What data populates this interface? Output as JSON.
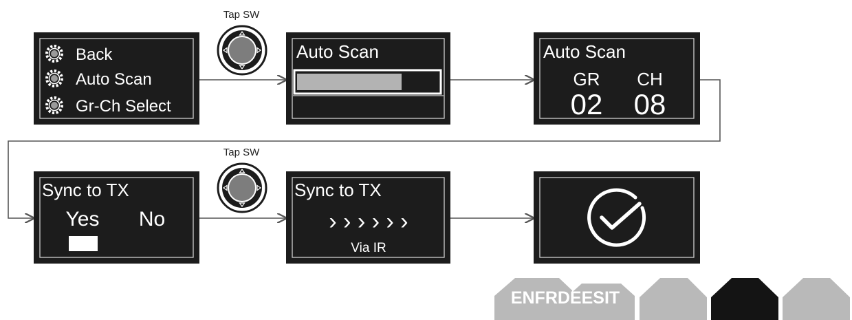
{
  "colors": {
    "screen_bg": "#1c1c1c",
    "screen_border_inner": "#cfcfcf",
    "text_on_screen": "#ffffff",
    "progress_fill": "#b3b3b3",
    "connector": "#555555",
    "tab_light": "#b9b9b9",
    "tab_dark": "#141414"
  },
  "menu_screen": {
    "items": [
      {
        "icon": "gear-icon",
        "label": "Back"
      },
      {
        "icon": "gear-icon",
        "label": "Auto Scan"
      },
      {
        "icon": "gear-icon",
        "label": "Gr-Ch Select"
      }
    ]
  },
  "step_labels": {
    "tap_sw_top": "Tap SW",
    "tap_sw_bottom": "Tap SW"
  },
  "scan_progress_screen": {
    "title": "Auto Scan",
    "progress_fraction": 0.74
  },
  "scan_result_screen": {
    "title": "Auto Scan",
    "gr_label": "GR",
    "ch_label": "CH",
    "gr_value": "02",
    "ch_value": "08"
  },
  "sync_prompt_screen": {
    "title": "Sync to TX",
    "yes": "Yes",
    "no": "No"
  },
  "sync_progress_screen": {
    "title": "Sync to TX",
    "arrows": "› › › › › ›",
    "via": "Via IR"
  },
  "done_screen": {
    "icon": "checkmark-circle-icon"
  },
  "bottom_tabs": {
    "label": "ENFRDEESIT"
  }
}
